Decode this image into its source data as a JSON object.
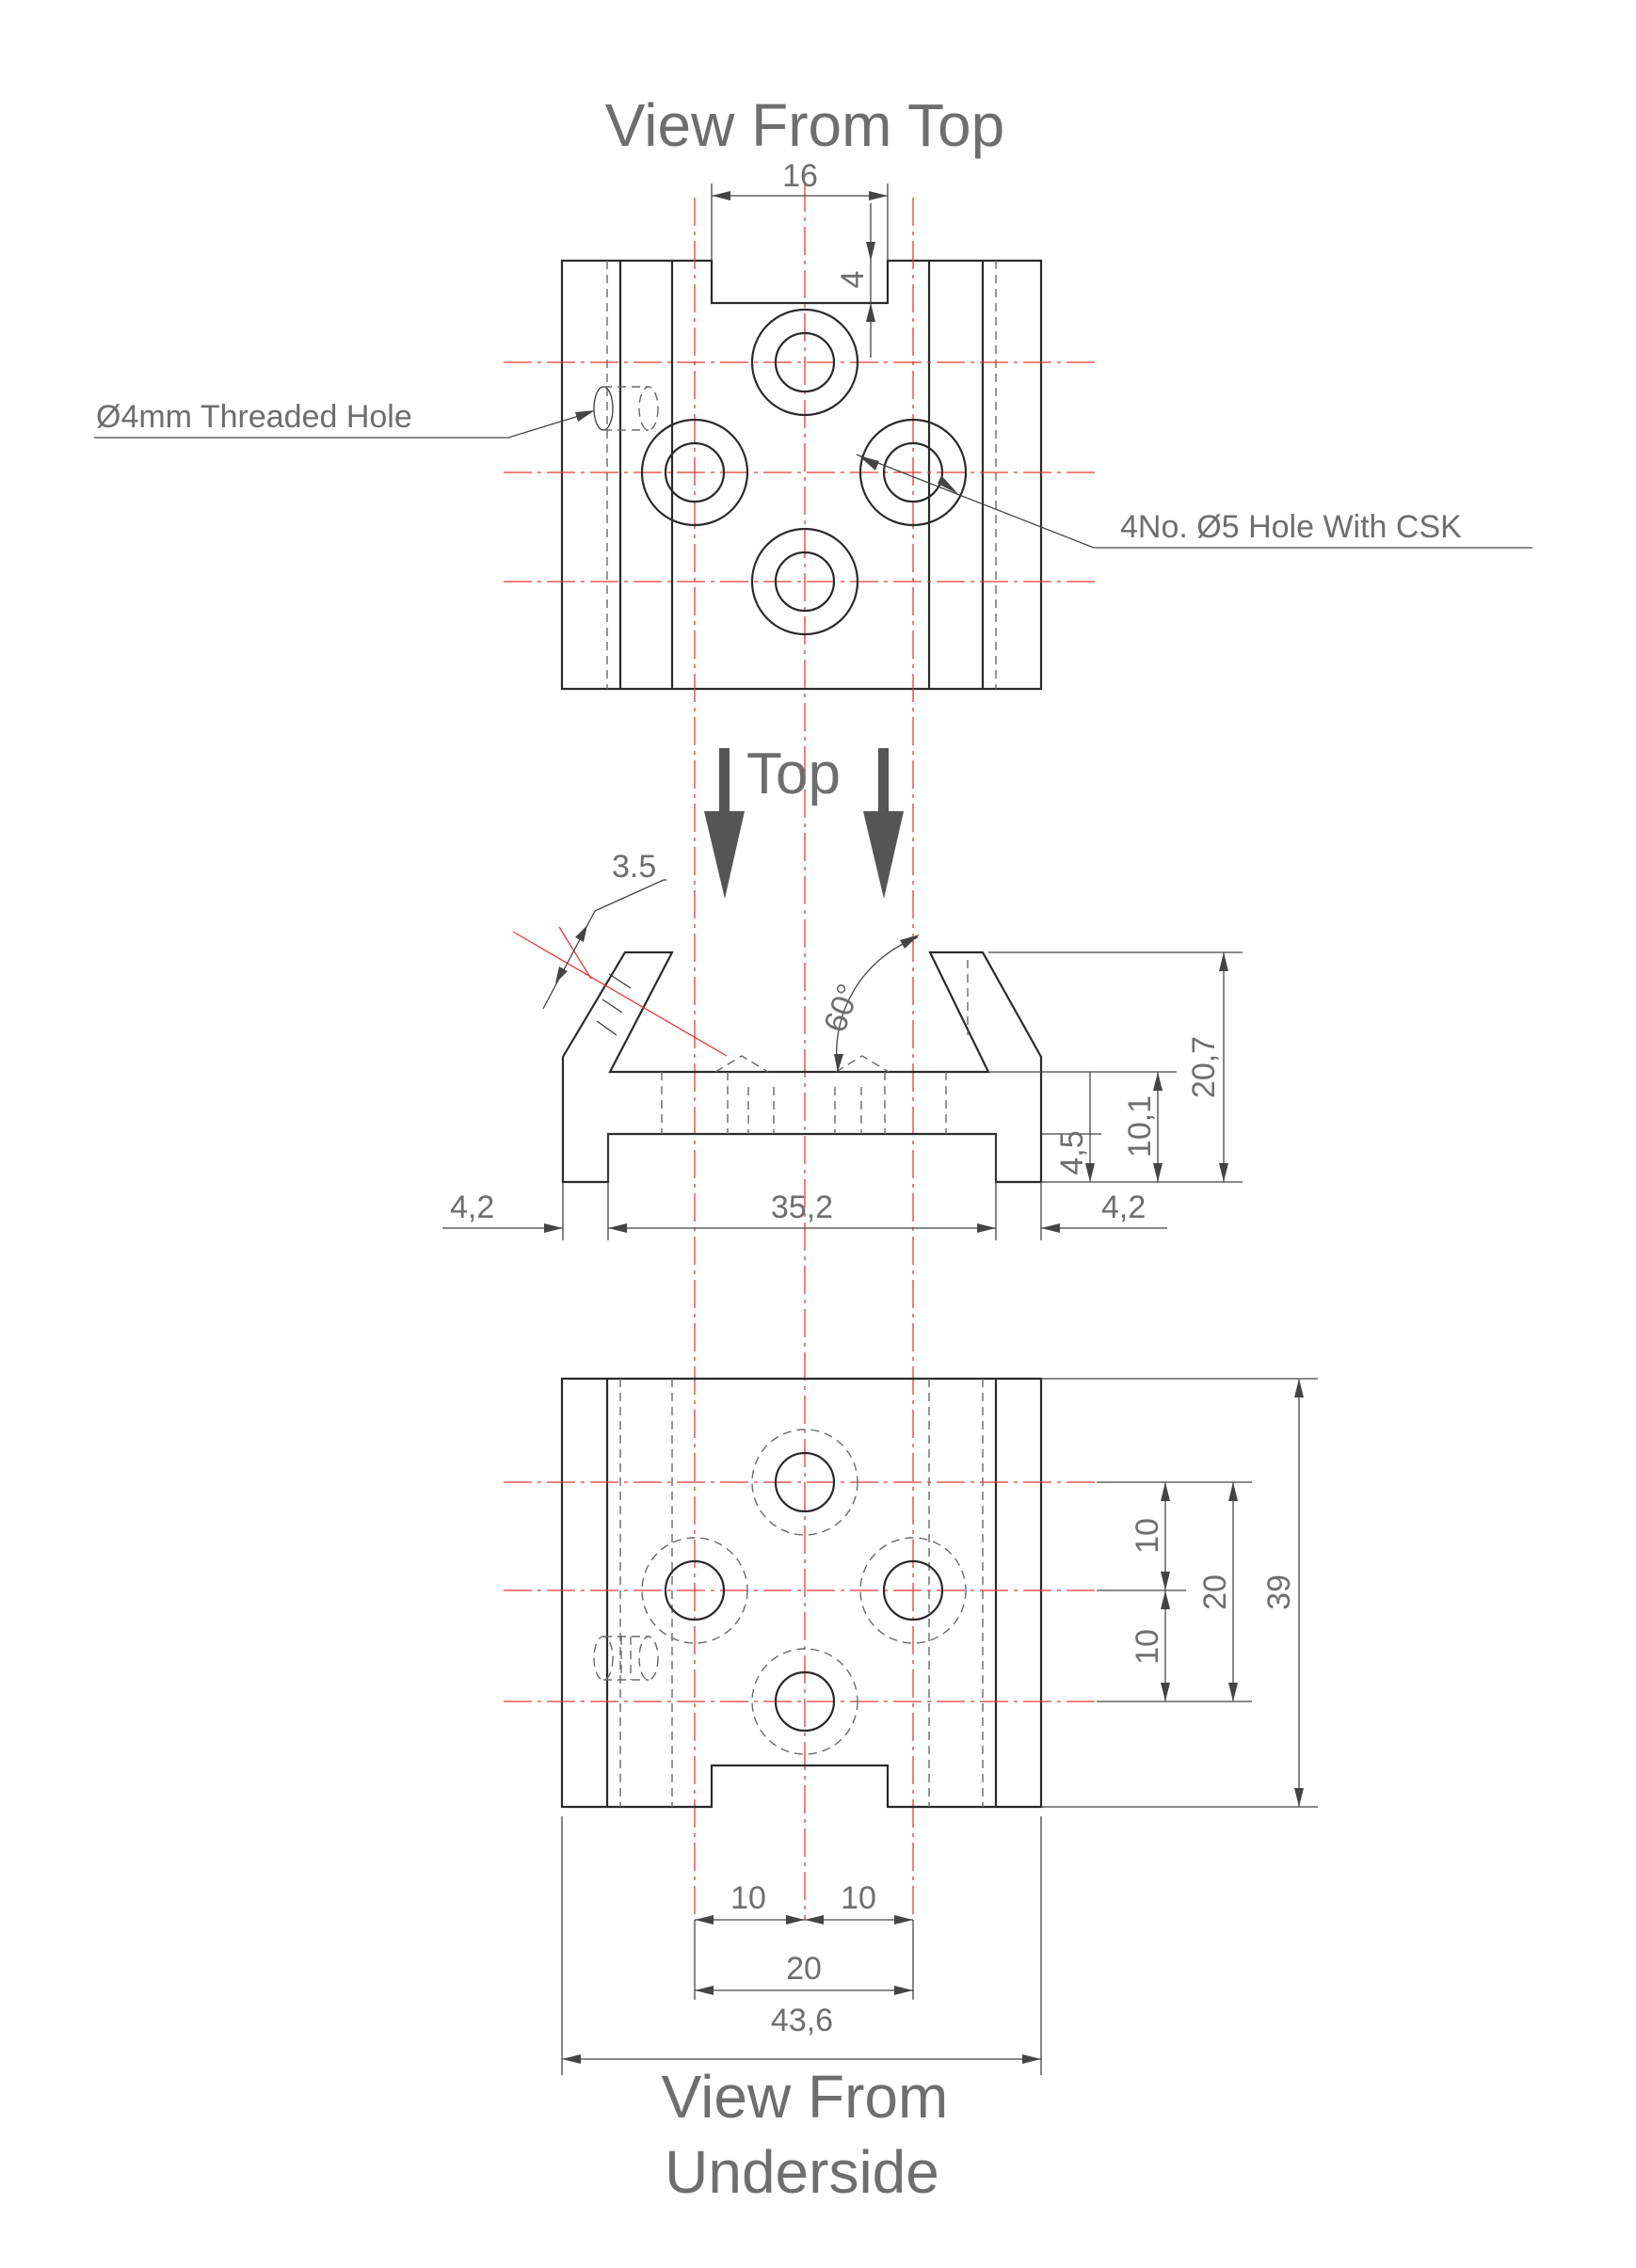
{
  "titles": {
    "top_view": "View From Top",
    "direction": "Top",
    "under_view_line1": "View From",
    "under_view_line2": "Underside"
  },
  "callouts": {
    "threaded_hole": "Ø4mm Threaded  Hole",
    "csk_holes": "4No. Ø5 Hole With CSK"
  },
  "dimensions": {
    "top_slot_width": "16",
    "top_slot_depth": "4",
    "side_thickness": "3.5",
    "angle": "60°",
    "total_height": "20,7",
    "mid_height": "10,1",
    "base_height": "4,5",
    "left_foot": "4,2",
    "inner_width": "35,2",
    "right_foot": "4,2",
    "hole_spacing_a": "10",
    "hole_spacing_b": "20",
    "hole_spacing_c": "10",
    "overall_length": "39",
    "bottom_offset_left": "10",
    "bottom_offset_right": "10",
    "bottom_span": "20",
    "overall_width": "43,6"
  },
  "colors": {
    "object_line": "#2a2a2a",
    "center_line": "#e53935",
    "text": "#6e6e6e"
  }
}
